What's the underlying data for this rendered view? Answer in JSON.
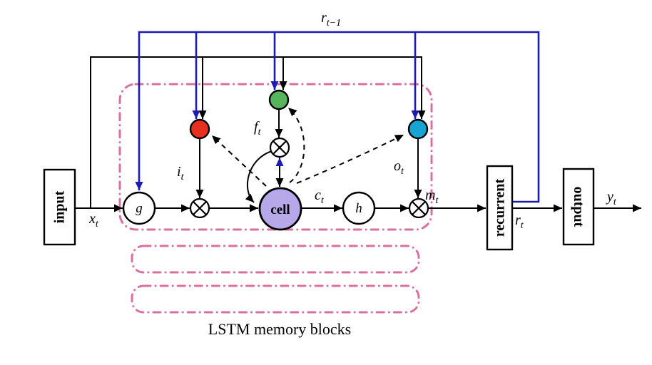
{
  "figure": {
    "caption": "LSTM memory blocks",
    "boxes": {
      "input": "input",
      "recurrent": "recurrent",
      "output": "output"
    },
    "nodes": {
      "input_activation": "g",
      "output_activation": "h",
      "cell": "cell"
    },
    "signals": {
      "recurrent_prev": {
        "base": "r",
        "sub": "t−1"
      },
      "input": {
        "base": "x",
        "sub": "t"
      },
      "input_gate": {
        "base": "i",
        "sub": "t"
      },
      "forget_gate": {
        "base": "f",
        "sub": "t"
      },
      "output_gate": {
        "base": "o",
        "sub": "t"
      },
      "cell_state": {
        "base": "c",
        "sub": "t"
      },
      "cell_output": {
        "base": "m",
        "sub": "t"
      },
      "recurrent": {
        "base": "r",
        "sub": "t"
      },
      "output": {
        "base": "y",
        "sub": "t"
      }
    },
    "colors": {
      "wire": "#000000",
      "recurrent_line": "#1c1cb4",
      "memory_block_border": "#d9709f",
      "input_gate_fill": "#e6301f",
      "forget_gate_fill": "#56b45c",
      "output_gate_fill": "#16a4d2",
      "cell_fill": "#b7a9e9"
    }
  }
}
